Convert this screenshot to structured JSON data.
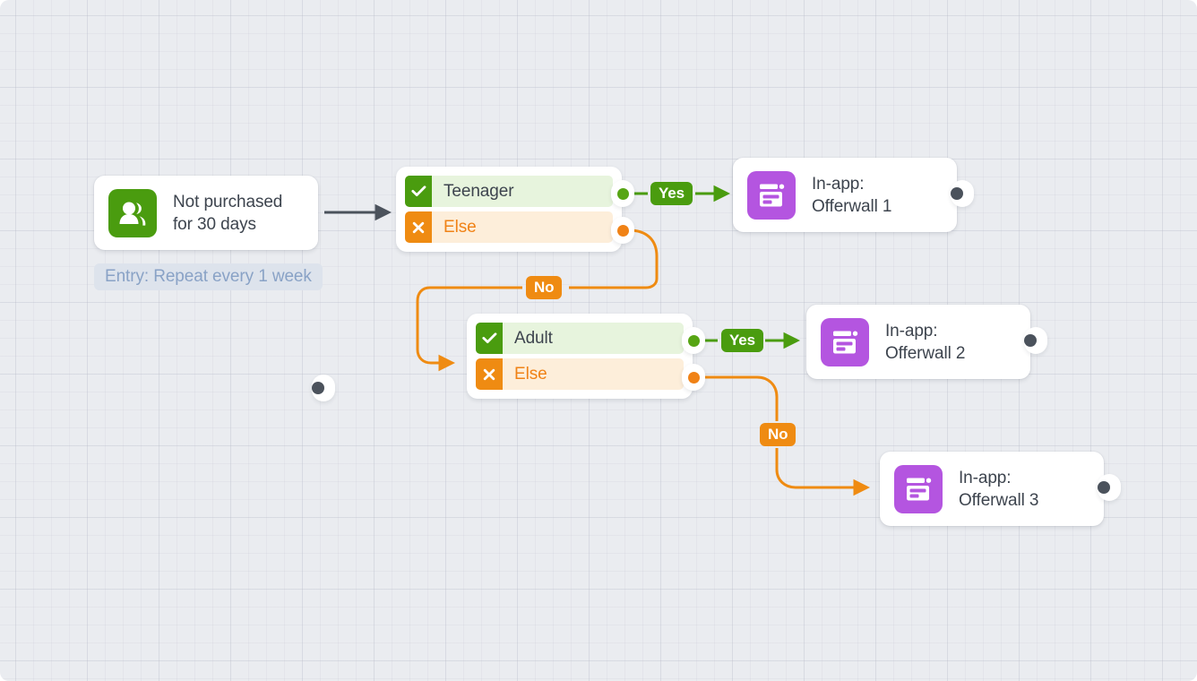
{
  "canvas": {
    "background_color": "#eaecf0",
    "grid": "20px minor / 80px major dotted grid"
  },
  "colors": {
    "green": "#4a9c0f",
    "green_light": "#e7f4dd",
    "green_port": "#57a514",
    "orange": "#ef8b12",
    "orange_light": "#fdeeda",
    "orange_text": "#f08216",
    "purple": "#b455e0",
    "dark_port": "#4b525c",
    "text": "#3d444e",
    "entry_pill_bg": "#dde3ec",
    "entry_pill_text": "#89a2c6"
  },
  "entry": {
    "label": "Entry: Repeat every 1 week"
  },
  "nodes": [
    {
      "id": "trigger",
      "type": "trigger",
      "icon": "users-icon",
      "icon_color": "#4a9c0f",
      "label": "Not purchased\nfor 30 days"
    },
    {
      "id": "condition-1",
      "type": "condition",
      "rows": [
        {
          "result": "yes",
          "icon": "check-icon",
          "label": "Teenager"
        },
        {
          "result": "no",
          "icon": "close-icon",
          "label": "Else"
        }
      ]
    },
    {
      "id": "condition-2",
      "type": "condition",
      "rows": [
        {
          "result": "yes",
          "icon": "check-icon",
          "label": "Adult"
        },
        {
          "result": "no",
          "icon": "close-icon",
          "label": "Else"
        }
      ]
    },
    {
      "id": "action-1",
      "type": "action",
      "icon": "in-app-message-icon",
      "icon_color": "#b455e0",
      "label": "In-app:\nOfferwall 1"
    },
    {
      "id": "action-2",
      "type": "action",
      "icon": "in-app-message-icon",
      "icon_color": "#b455e0",
      "label": "In-app:\nOfferwall 2"
    },
    {
      "id": "action-3",
      "type": "action",
      "icon": "in-app-message-icon",
      "icon_color": "#b455e0",
      "label": "In-app:\nOfferwall 3"
    }
  ],
  "edges": [
    {
      "id": "edge-trigger-cond1",
      "from": "trigger",
      "to": "condition-1",
      "label": "",
      "color": "#4b525c",
      "style": "solid"
    },
    {
      "id": "edge-cond1-yes",
      "from": "condition-1",
      "to": "action-1",
      "label": "Yes",
      "color": "#4a9c0f",
      "style": "solid"
    },
    {
      "id": "edge-cond1-no",
      "from": "condition-1",
      "to": "condition-2",
      "label": "No",
      "color": "#ef8b12",
      "style": "solid"
    },
    {
      "id": "edge-cond2-yes",
      "from": "condition-2",
      "to": "action-2",
      "label": "Yes",
      "color": "#4a9c0f",
      "style": "solid"
    },
    {
      "id": "edge-cond2-no",
      "from": "condition-2",
      "to": "action-3",
      "label": "No",
      "color": "#ef8b12",
      "style": "solid"
    },
    {
      "id": "edge-action1-out",
      "from": "action-1",
      "to": "",
      "label": "",
      "color": "#8b929c",
      "style": "dashed"
    },
    {
      "id": "edge-action2-out",
      "from": "action-2",
      "to": "",
      "label": "",
      "color": "#8b929c",
      "style": "dashed"
    },
    {
      "id": "edge-action3-out",
      "from": "action-3",
      "to": "",
      "label": "",
      "color": "#8b929c",
      "style": "dashed"
    }
  ]
}
